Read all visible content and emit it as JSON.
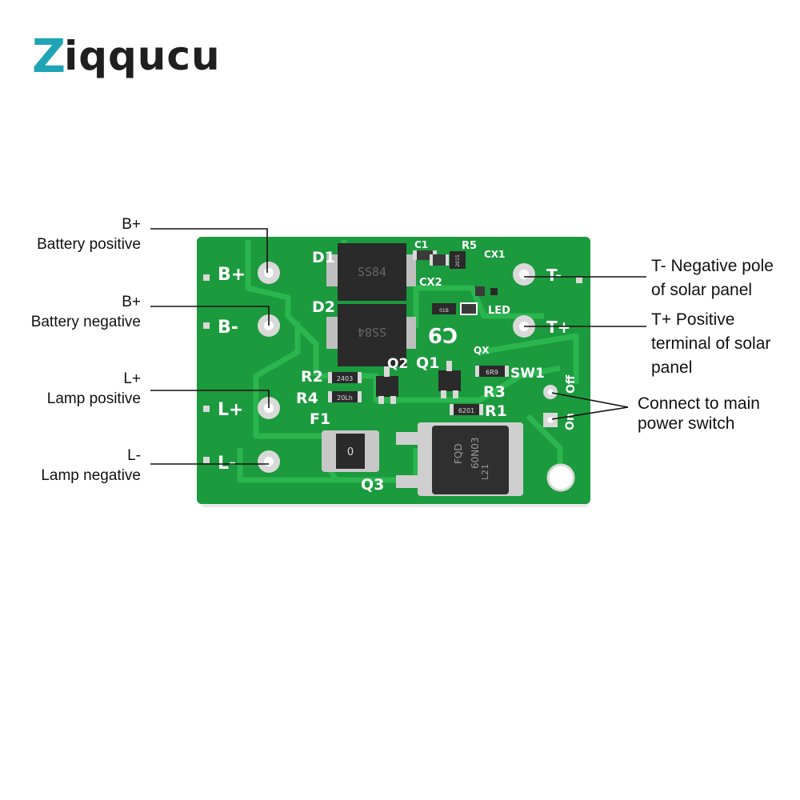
{
  "logo": {
    "first": "Z",
    "rest": "iqqucu"
  },
  "callouts": {
    "b_plus": {
      "code": "B+",
      "desc": "Battery positive"
    },
    "b_minus": {
      "code": "B+",
      "desc": "Battery negative"
    },
    "l_plus": {
      "code": "L+",
      "desc": "Lamp positive"
    },
    "l_minus": {
      "code": "L-",
      "desc": "Lamp negative"
    },
    "t_minus": {
      "line1": "T- Negative pole",
      "line2": "of solar panel"
    },
    "t_plus": {
      "line1": "T+ Positive",
      "line2": "terminal of solar",
      "line3": "panel"
    },
    "switch": {
      "line1": "Connect to main",
      "line2": "power switch"
    }
  },
  "board": {
    "colors": {
      "pcb": "#1c9a3e",
      "trace": "#2bb54f",
      "silk": "#ffffff",
      "pad": "#d9d9d9",
      "chip": "#2a2a2a"
    },
    "silk": {
      "b_plus": "B+",
      "b_minus": "B-",
      "l_plus": "L+",
      "l_minus": "L-",
      "t_minus": "T-",
      "t_plus": "T+",
      "d1": "D1",
      "d2": "D2",
      "c1": "C1",
      "r5": "R5",
      "cx1": "CX1",
      "cx2": "CX2",
      "led": "LED",
      "c9": "C9",
      "qx": "QX",
      "q2": "Q2",
      "q1": "Q1",
      "r2": "R2",
      "r4": "R4",
      "r3": "R3",
      "r1": "R1",
      "f1": "F1",
      "q3": "Q3",
      "sw1": "SW1",
      "on": "On",
      "off": "Off"
    },
    "chips": {
      "d1_mark": "SS84",
      "d2_mark": "SS84",
      "f1_mark": "0",
      "q3_mark1": "FQD",
      "q3_mark2": "60N03",
      "q3_mark3": "L21",
      "r2_code": "2403",
      "r4_code": "20Lh",
      "r3_code": "6R9",
      "r1_code": "6201",
      "r5_code": "2015",
      "led_code": "01B"
    }
  }
}
